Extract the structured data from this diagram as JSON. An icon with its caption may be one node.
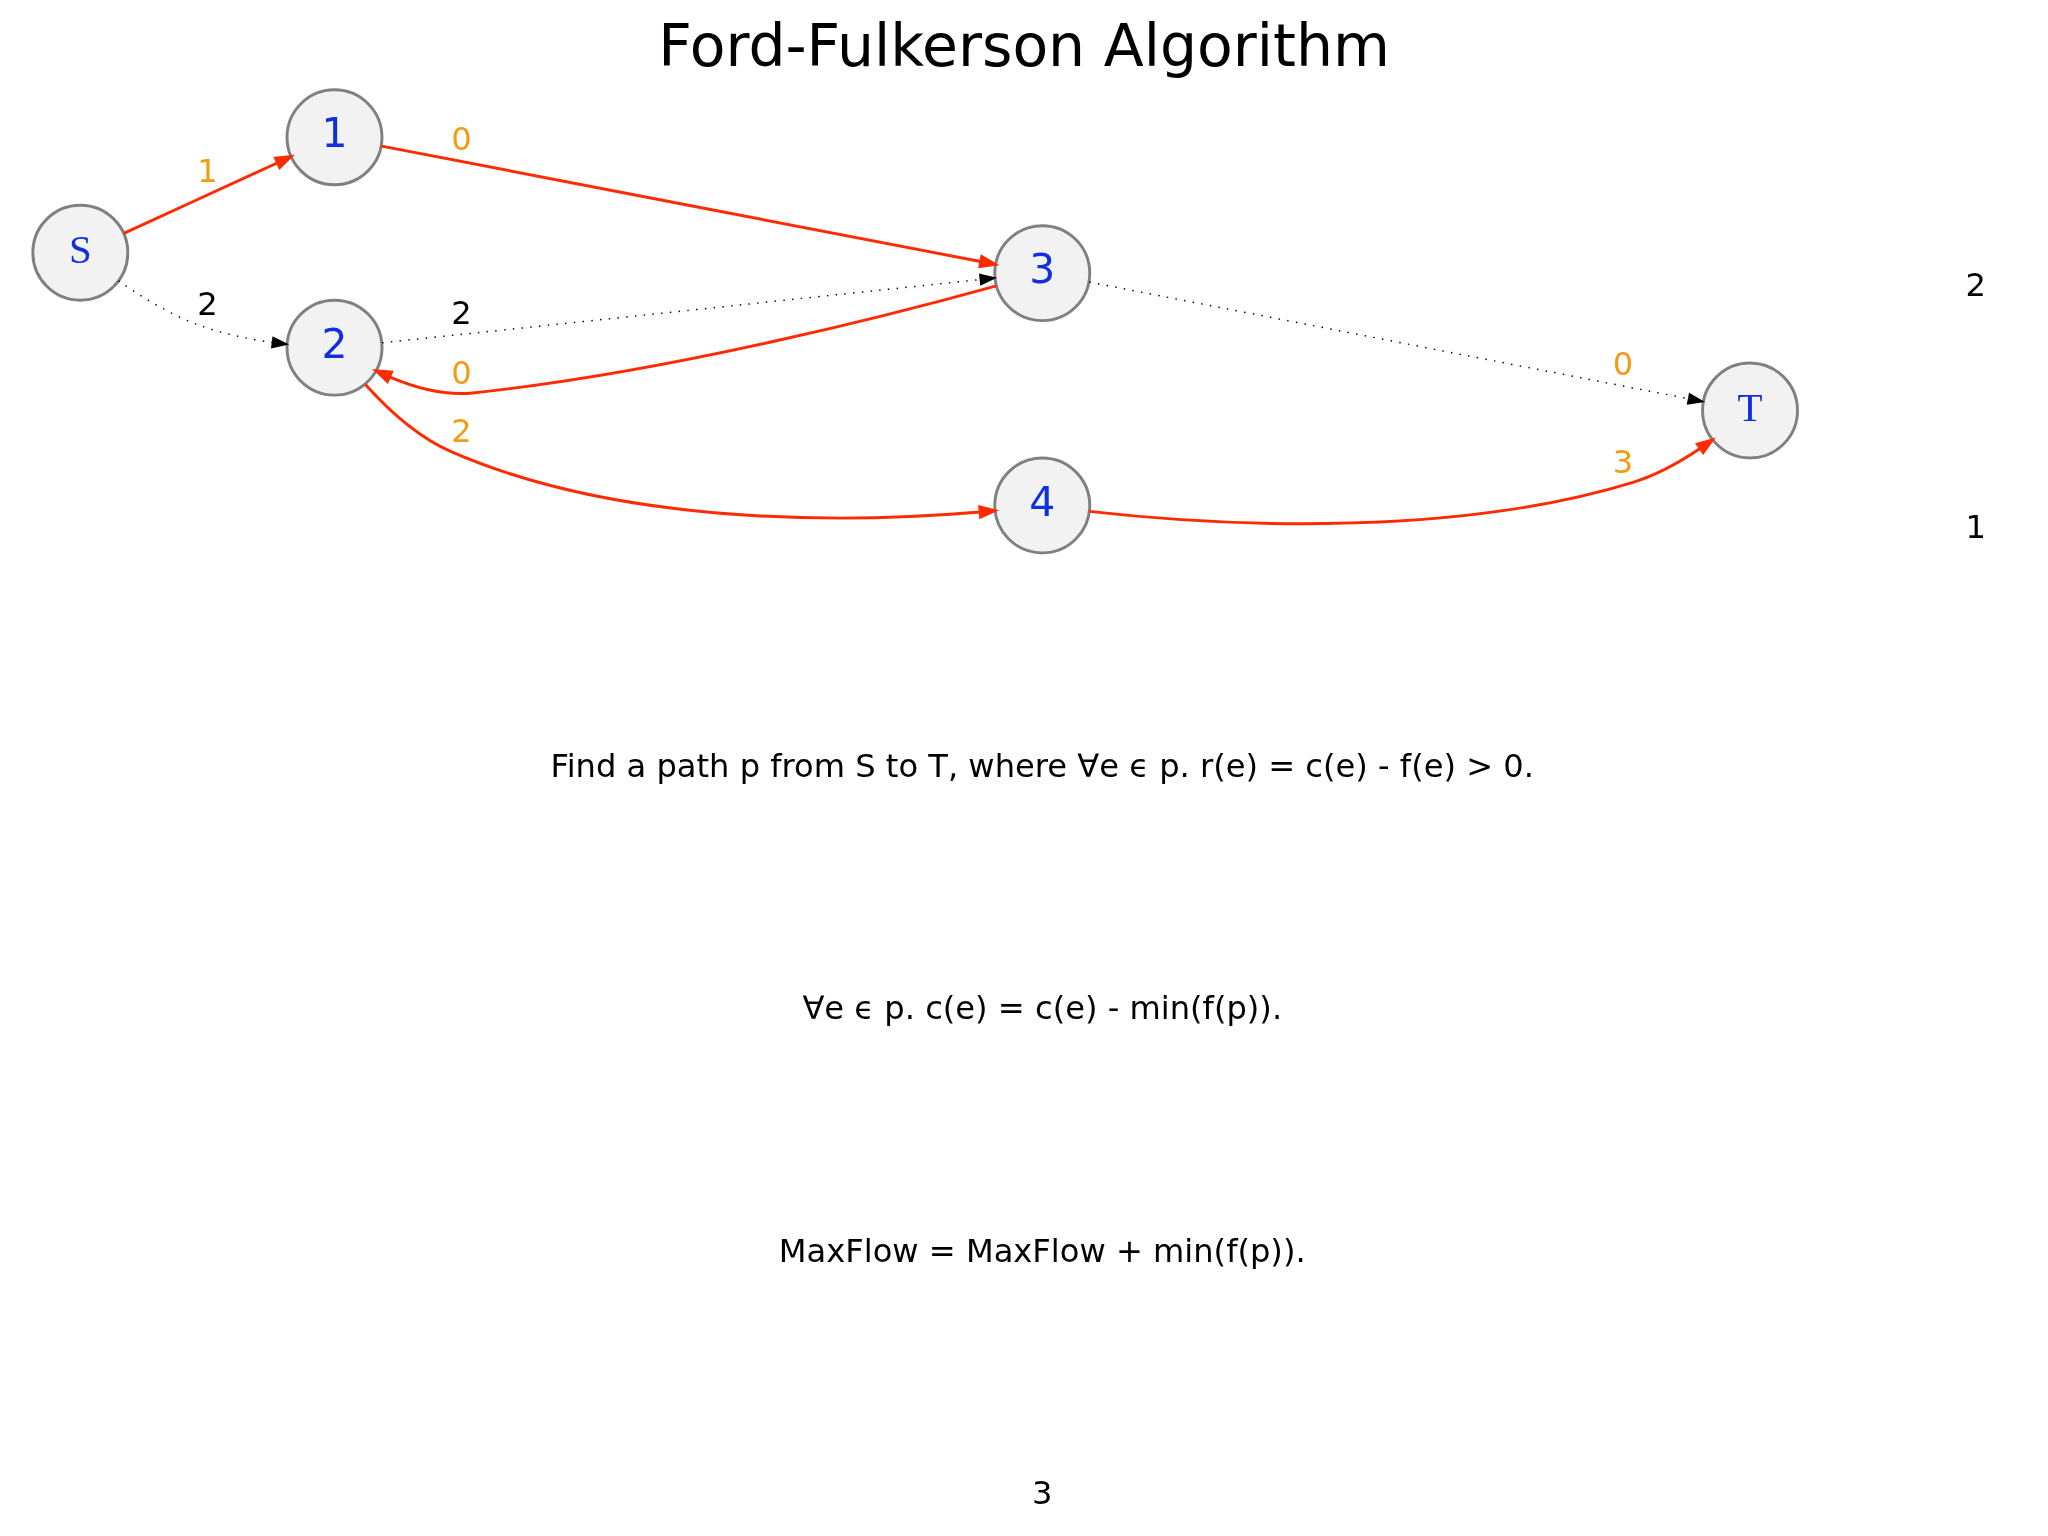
{
  "diagram": {
    "title": "Ford-Fulkerson Algorithm",
    "nodes": [
      {
        "text": [
          "S"
        ]
      },
      {
        "text": [
          "1"
        ]
      },
      {
        "text": [
          "3"
        ]
      },
      {
        "text": [
          "2"
        ]
      },
      {
        "text": [
          "4"
        ]
      },
      {
        "text": [
          "T"
        ]
      }
    ],
    "edges": [
      {
        "from": 0,
        "to": 1,
        "arrow": "to",
        "label": "1"
      },
      {
        "from": 1,
        "to": 2,
        "arrow": "to",
        "label": "0"
      },
      {
        "from": 2,
        "to": 5,
        "arrow": "to",
        "label": "0",
        "style": "dashed",
        "color": "#000000"
      },
      {
        "from": 0,
        "to": 3,
        "arrow": "to",
        "label": "2",
        "style": "dashed",
        "color": "#000000"
      },
      {
        "from": 3,
        "to": 2,
        "arrow": "to",
        "label": "2",
        "style": "dashed",
        "color": "#000000"
      },
      {
        "from": 2,
        "to": 3,
        "arrow": "to",
        "label": "0"
      },
      {
        "from": 3,
        "to": 4,
        "arrow": "to",
        "label": "2"
      },
      {
        "from": 4,
        "to": 5,
        "arrow": "to",
        "label": "3"
      }
    ],
    "labels": [
      "2",
      "1",
      "Find a path p from S to T, where ∀e ϵ p. r(e) = c(e) - f(e) > 0.",
      "∀e ϵ p. c(e) = c(e) - min(f(p)).",
      "MaxFlow = MaxFlow + min(f(p)).",
      "3"
    ]
  }
}
